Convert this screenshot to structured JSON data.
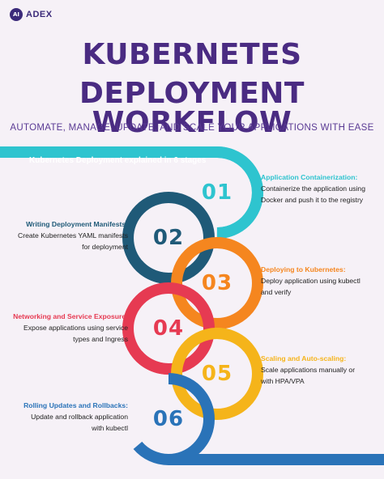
{
  "brand": {
    "logo_mark": "AI",
    "logo_text": "ADEX"
  },
  "title_line1": "KUBERNETES",
  "title_line2": "DEPLOYMENT WORKFLOW",
  "subtitle": "AUTOMATE, MANAGE, UPDATE, AND SCALE YOUR APPLICATIONS WITH EASE",
  "banner": "Kubernetes Deployment explained in 6 stages",
  "colors": {
    "title": "#4a2b82",
    "stage1": "#2ec4cf",
    "stage2": "#1f5a78",
    "stage3": "#f5861f",
    "stage4": "#e63a52",
    "stage5": "#f5b41a",
    "stage6": "#2a73b8"
  },
  "stages": [
    {
      "number": "01",
      "title": "Application Containerization:",
      "line1": "Containerize the application using",
      "line2": "Docker and push it to the registry"
    },
    {
      "number": "02",
      "title": "Writing Deployment Manifests:",
      "line1": "Create Kubernetes YAML manifests",
      "line2": "for deployment"
    },
    {
      "number": "03",
      "title": "Deploying to Kubernetes:",
      "line1": "Deploy application using kubectl",
      "line2": "and verify"
    },
    {
      "number": "04",
      "title": "Networking and Service Exposure:",
      "line1": "Expose applications using service",
      "line2": "types and Ingress"
    },
    {
      "number": "05",
      "title": "Scaling and Auto-scaling:",
      "line1": "Scale applications manually or",
      "line2": "with HPA/VPA"
    },
    {
      "number": "06",
      "title": "Rolling Updates and Rollbacks:",
      "line1": "Update and rollback application",
      "line2": "with kubectl"
    }
  ]
}
